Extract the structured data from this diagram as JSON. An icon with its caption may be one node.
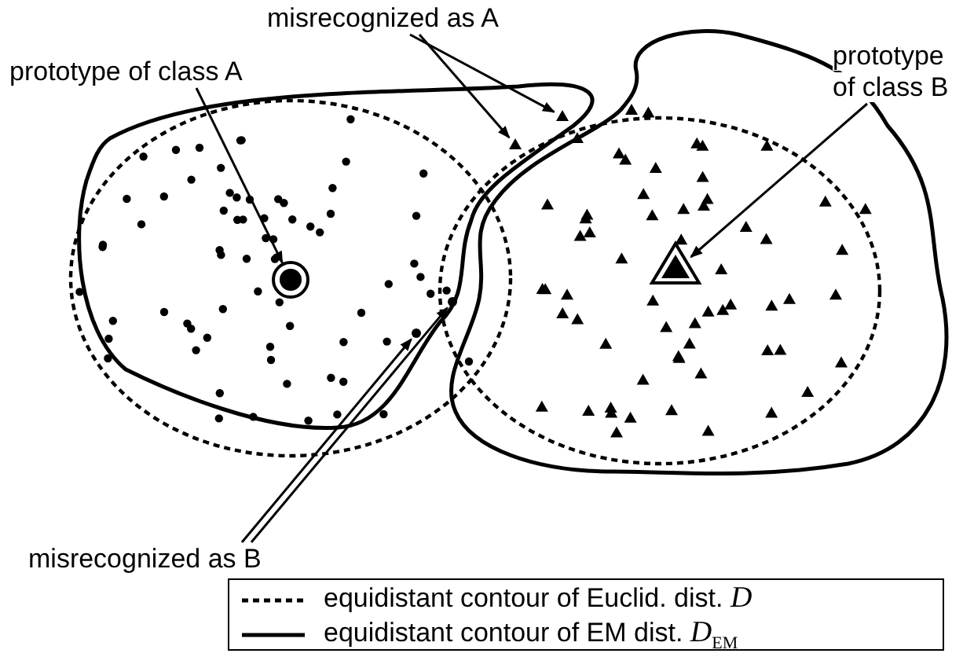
{
  "diagram": {
    "nodes": [
      {
        "text": [
          "prototype of class A"
        ]
      },
      {
        "text": [
          "misrecognized as A"
        ]
      },
      {
        "text": [
          "prototype of class B"
        ]
      },
      {
        "text": [],
        "shape": "circle"
      },
      {
        "text": [],
        "shape": "triangle"
      },
      {
        "text": [],
        "shape": "triangle"
      },
      {
        "text": [],
        "shape": "triangle"
      },
      {
        "text": [],
        "shape": "circle"
      },
      {
        "text": [],
        "shape": "circle"
      },
      {
        "text": [
          "misrecognized as B"
        ]
      }
    ],
    "edges": [
      {
        "from": 0,
        "to": 3,
        "arrow": "to"
      },
      {
        "from": 1,
        "to": 4,
        "arrow": "to"
      },
      {
        "from": 1,
        "to": 5,
        "arrow": "to"
      },
      {
        "from": 2,
        "to": 6,
        "arrow": "to"
      },
      {
        "from": 9,
        "to": 7,
        "arrow": "to"
      },
      {
        "from": 9,
        "to": 8,
        "arrow": "to"
      }
    ],
    "legend": [
      {
        "text": "equidistant contour of Euclid. dist. *D*"
      },
      {
        "text": "equidistant contour of EM dist. *D*$_{EM}$"
      }
    ]
  }
}
